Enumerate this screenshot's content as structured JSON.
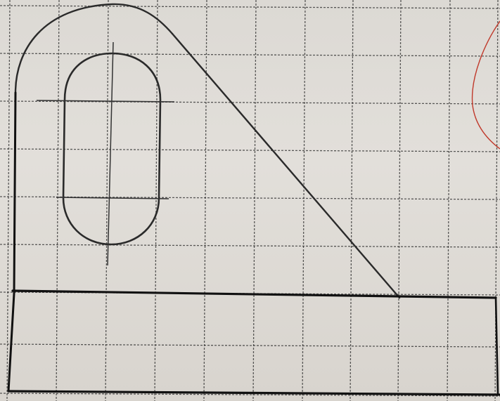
{
  "paper": {
    "background_color": "#dedad4",
    "grid_line_color": "#2b2b2b",
    "pencil_color": "#2a2a2a",
    "pen_color": "#111111",
    "margin_mark_color": "#c0392b"
  },
  "drawing": {
    "grid_columns": 10,
    "grid_rows": 8,
    "shapes": [
      "outer-outline",
      "base-rectangle",
      "rounded-top-arc",
      "tangent-slope-line",
      "vertical-slot",
      "slot-center-lines"
    ]
  }
}
